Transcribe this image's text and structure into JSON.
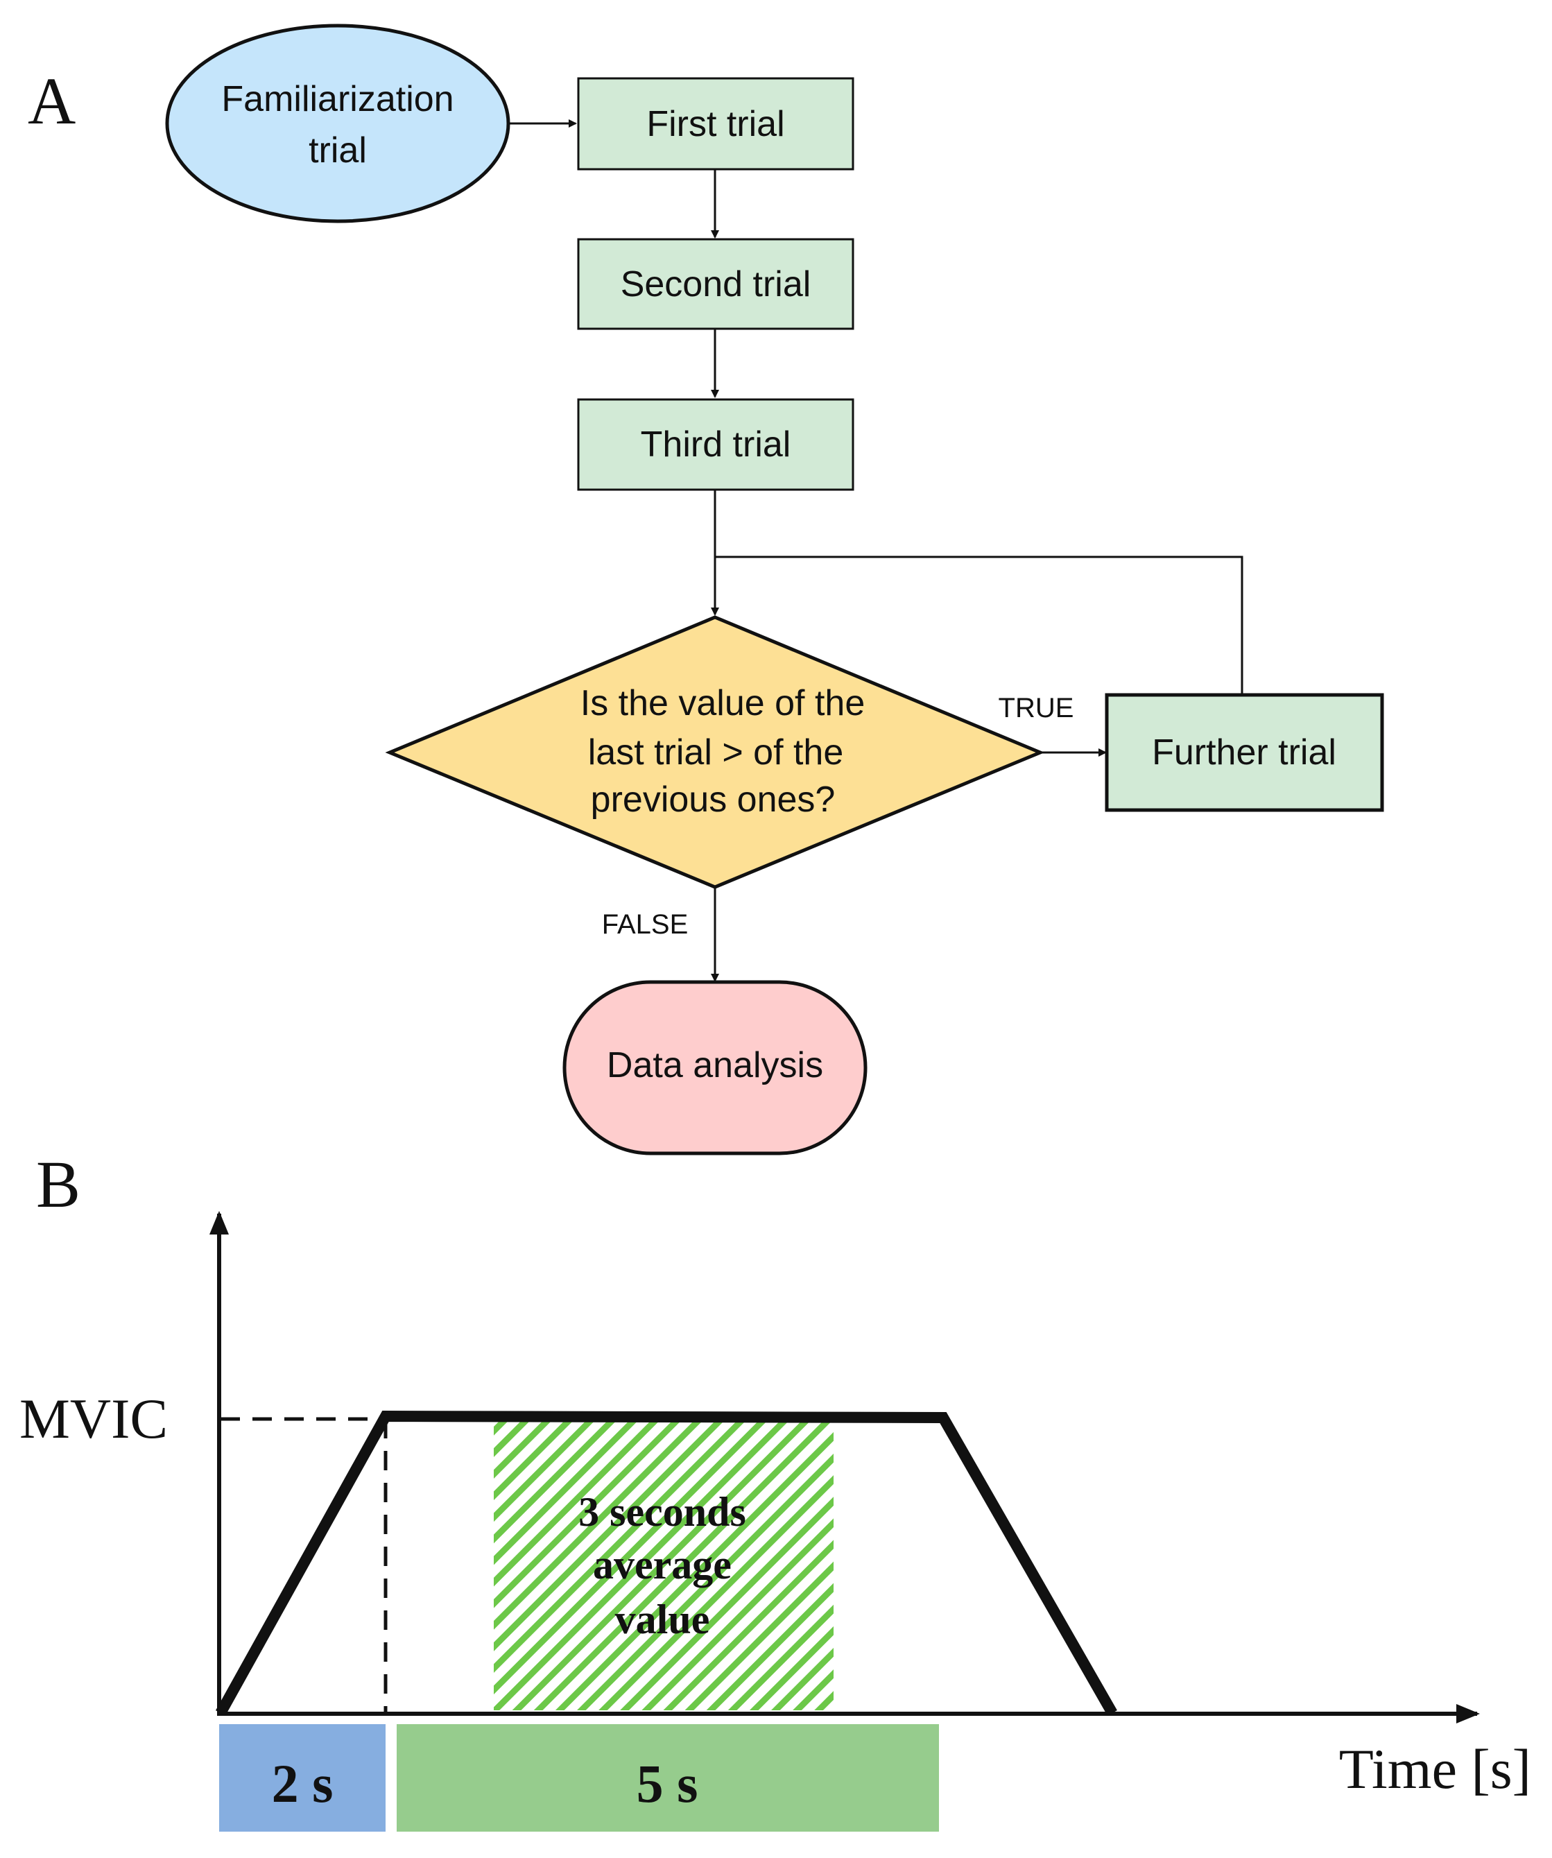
{
  "panel_a": {
    "label": "A",
    "nodes": {
      "familiarization": {
        "line1": "Familiarization",
        "line2": "trial",
        "fill": "#c5e5fb"
      },
      "first": {
        "text": "First trial",
        "fill": "#d2ead6"
      },
      "second": {
        "text": "Second trial",
        "fill": "#d2ead6"
      },
      "third": {
        "text": "Third trial",
        "fill": "#d2ead6"
      },
      "decision": {
        "line1": "Is the value of the",
        "line2": "last trial > of the",
        "line3": "previous ones?",
        "fill": "#fde095"
      },
      "further": {
        "text": "Further trial",
        "fill": "#d2ead6"
      },
      "analysis": {
        "text": "Data analysis",
        "fill": "#fecdcd"
      }
    },
    "edges": {
      "true_label": "TRUE",
      "false_label": "FALSE"
    }
  },
  "panel_b": {
    "label": "B",
    "y_tick_label": "MVIC",
    "x_axis_label": "Time [s]",
    "segments": [
      {
        "label": "2 s",
        "color": "#86aee0"
      },
      {
        "label": "5 s",
        "color": "#96cc8d"
      }
    ],
    "average_window": {
      "line1": "3 seconds",
      "line2": "average",
      "line3": "value",
      "hatch_color": "#6cc848"
    }
  }
}
